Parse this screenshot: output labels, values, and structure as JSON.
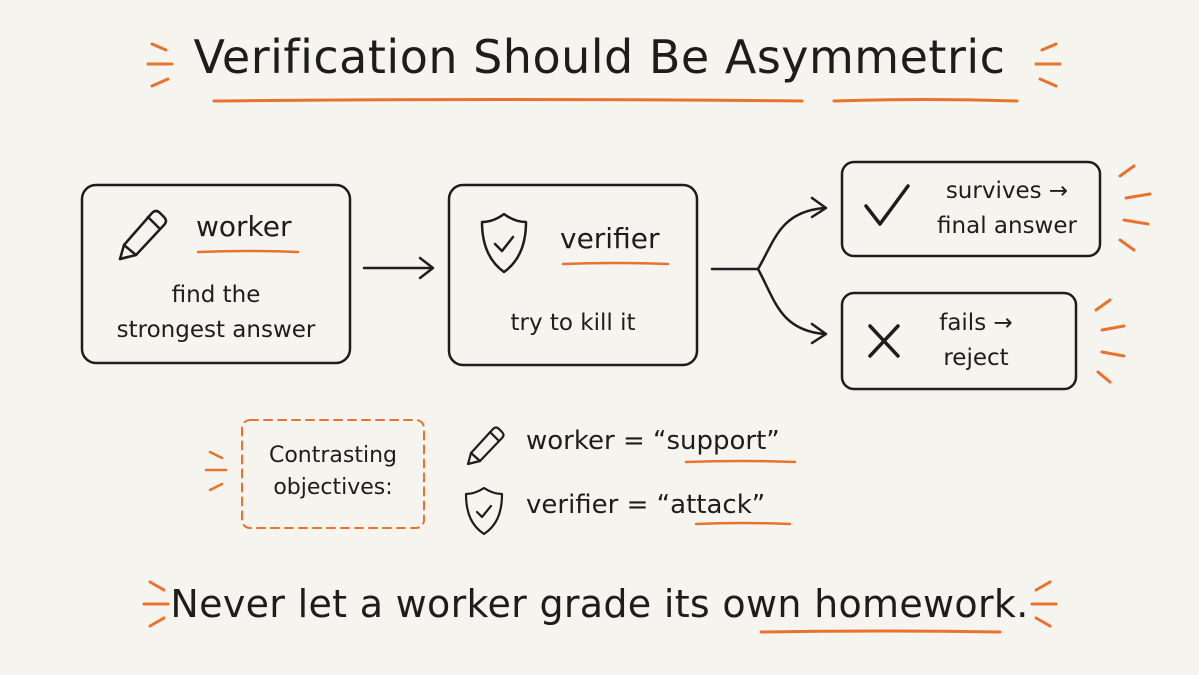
{
  "title": "Verification Should Be Asymmetric",
  "worker": {
    "label": "worker",
    "desc_line1": "find the",
    "desc_line2": "strongest answer"
  },
  "verifier": {
    "label": "verifier",
    "desc": "try to kill it"
  },
  "outcome_pass": {
    "line1": "survives →",
    "line2": "final answer"
  },
  "outcome_fail": {
    "line1": "fails →",
    "line2": "reject"
  },
  "legend": {
    "title_line1": "Contrasting",
    "title_line2": "objectives:",
    "worker_prefix": "worker = “",
    "worker_word": "support",
    "worker_suffix": "”",
    "verifier_prefix": "verifier = “",
    "verifier_word": "attack",
    "verifier_suffix": "”"
  },
  "footer": {
    "prefix": "Never let a worker grade its ",
    "emphasis": "own homework",
    "suffix": "."
  },
  "icons": {
    "worker": "pencil-icon",
    "verifier": "shield-check-icon",
    "pass": "checkmark-icon",
    "fail": "x-icon"
  },
  "colors": {
    "accent": "#e8732c",
    "ink": "#1d1d1d",
    "background": "#f6f4ef"
  }
}
